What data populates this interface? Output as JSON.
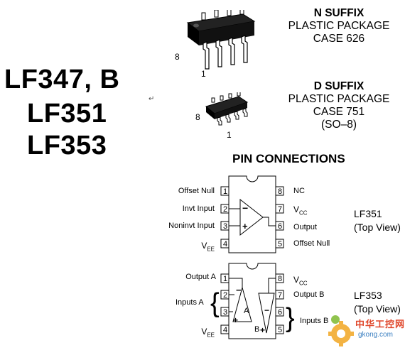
{
  "parts": [
    "LF347, B",
    "LF351",
    "LF353"
  ],
  "return_mark": "↵",
  "packages": [
    {
      "title": "N SUFFIX",
      "lines": [
        "PLASTIC PACKAGE",
        "CASE 626"
      ],
      "pin_hi": "8",
      "pin_lo": "1"
    },
    {
      "title": "D SUFFIX",
      "lines": [
        "PLASTIC PACKAGE",
        "CASE 751",
        "(SO–8)"
      ],
      "pin_hi": "8",
      "pin_lo": "1"
    }
  ],
  "pin_connections_title": "PIN CONNECTIONS",
  "lf351": {
    "left": [
      {
        "num": "1",
        "label": "Offset Null"
      },
      {
        "num": "2",
        "label": "Invt Input"
      },
      {
        "num": "3",
        "label": "Noninvt Input"
      },
      {
        "num": "4",
        "label": "VEE"
      }
    ],
    "right": [
      {
        "num": "8",
        "label": "NC"
      },
      {
        "num": "7",
        "label": "VCC"
      },
      {
        "num": "6",
        "label": "Output"
      },
      {
        "num": "5",
        "label": "Offset Null"
      }
    ],
    "view": [
      "LF351",
      "(Top View)"
    ]
  },
  "lf353": {
    "left": [
      {
        "num": "1",
        "label": "Output A"
      },
      {
        "num": "2",
        "label": ""
      },
      {
        "num": "3",
        "label": ""
      },
      {
        "num": "4",
        "label": "VEE"
      }
    ],
    "right": [
      {
        "num": "8",
        "label": "VCC"
      },
      {
        "num": "7",
        "label": "Output B"
      },
      {
        "num": "6",
        "label": ""
      },
      {
        "num": "5",
        "label": ""
      }
    ],
    "inputs_a": "Inputs A",
    "inputs_b": "Inputs B",
    "amp_a": "A",
    "amp_b": "B",
    "minus": "−",
    "plus": "+",
    "view": [
      "LF353",
      "(Top View)"
    ]
  },
  "watermark": {
    "text_cn": "中华工控网",
    "url": "gkong.com"
  }
}
